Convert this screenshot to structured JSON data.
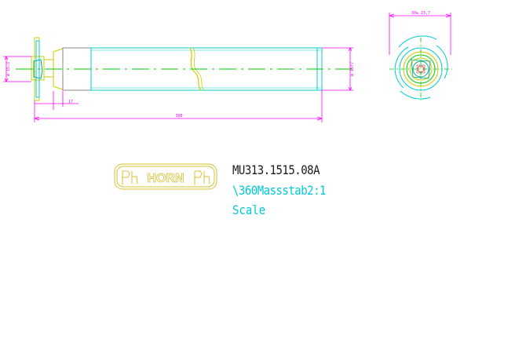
{
  "drawing": {
    "part_number": "MU313.1515.08A",
    "scale_note": "\\360Massstab2:1",
    "scale_word": "Scale",
    "logo_text": "HORN",
    "dimensions": {
      "overall_length": "300",
      "shank_step": "17",
      "diameter_main": "ø 15f7",
      "diameter_left": "ø 15,3",
      "top_view_width": "30± 23,7"
    }
  },
  "colors": {
    "dimension": "#ff00ff",
    "centerline": "#00cc00",
    "body": "#00cccc",
    "insert": "#cccc00",
    "logo": "#d4c030",
    "text": "#1a1a1a",
    "scale_text": "#00c8d8"
  }
}
